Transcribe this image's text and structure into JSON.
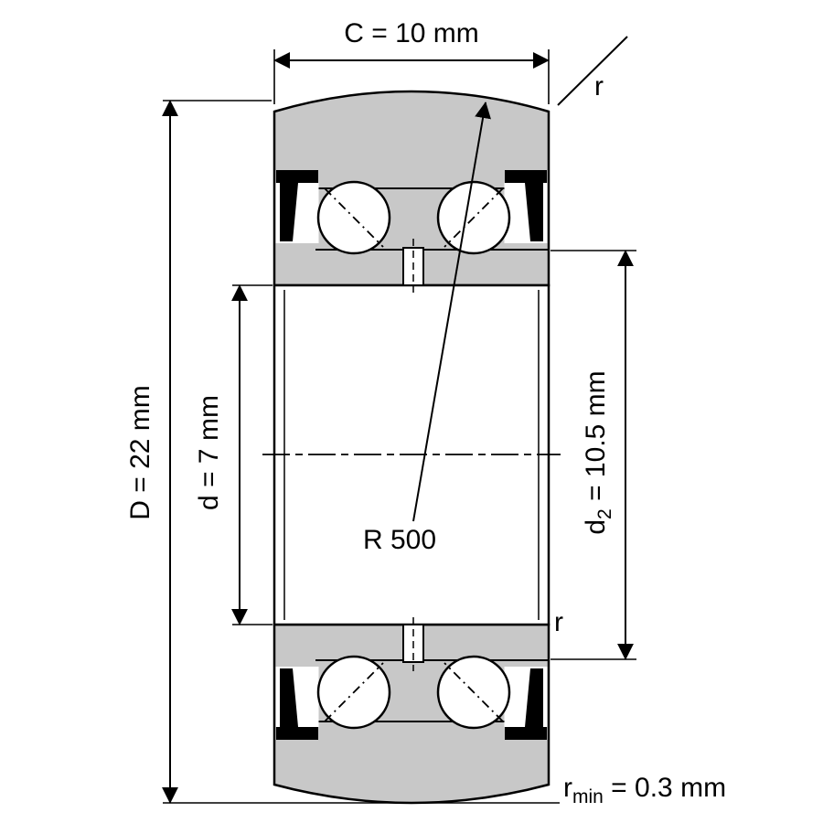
{
  "drawing": {
    "labels": {
      "width_C": "C = 10 mm",
      "outer_diameter_D": "D = 22 mm",
      "bore_d": "d = 7 mm",
      "d2_symbol": "d",
      "d2_subscript": "2",
      "d2_value": " = 10.5 mm",
      "crown_radius": "R 500",
      "corner_radius_top": "r",
      "corner_radius_inner": "r",
      "rmin_symbol": "r",
      "rmin_subscript": "min",
      "rmin_value": " = 0.3 mm"
    },
    "colors": {
      "line": "#000000",
      "section_fill": "#c8c8c8",
      "seal_fill": "#000000",
      "background": "#ffffff"
    }
  }
}
